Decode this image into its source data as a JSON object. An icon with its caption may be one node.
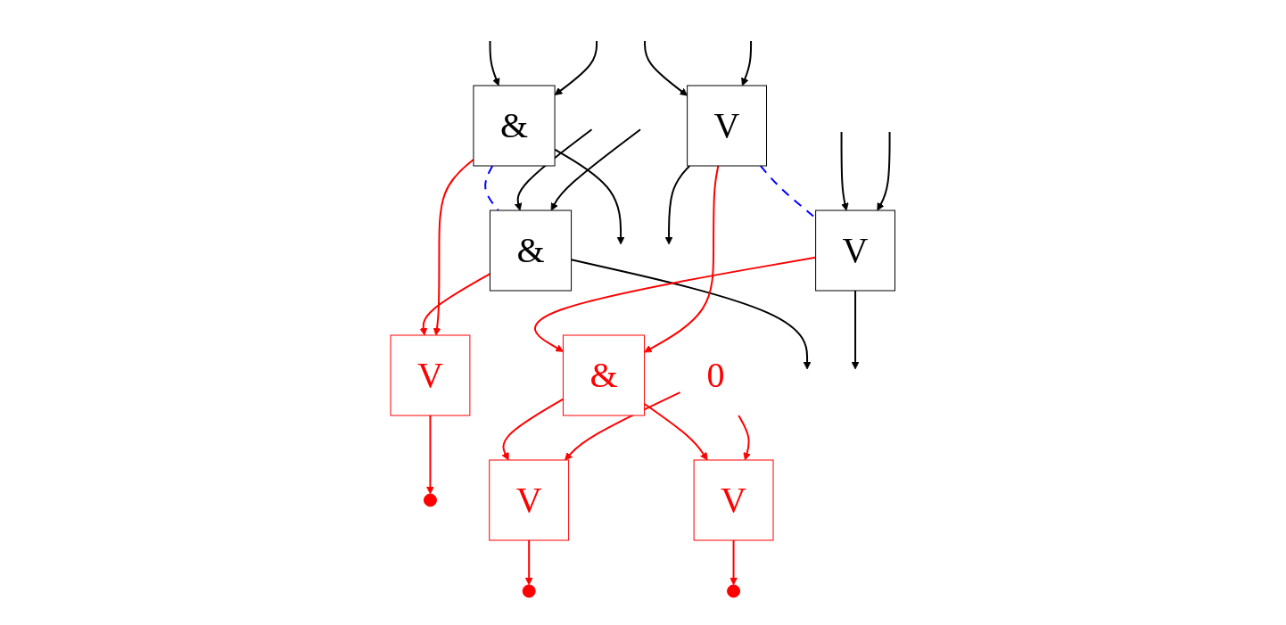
{
  "diagram": {
    "nodes": [
      {
        "text": [
          "&"
        ]
      },
      {
        "text": [
          "&"
        ]
      },
      {
        "text": [
          "V"
        ]
      },
      {
        "text": [],
        "shape": "circle"
      },
      {
        "text": [
          "0"
        ]
      },
      {
        "text": [
          "V"
        ]
      },
      {
        "text": [
          "V"
        ]
      },
      {
        "text": [
          "&"
        ]
      },
      {
        "text": [
          "V"
        ]
      },
      {
        "text": [
          "V"
        ]
      },
      {
        "text": [],
        "shape": "circle"
      },
      {
        "text": [],
        "shape": "circle"
      }
    ],
    "edges": [
      {
        "from": null,
        "to": 0,
        "arrow": "to"
      },
      {
        "from": null,
        "to": 0,
        "arrow": "to"
      },
      {
        "from": null,
        "to": 1,
        "arrow": "to"
      },
      {
        "from": null,
        "to": 1,
        "arrow": "to"
      },
      {
        "from": 0,
        "to": 1,
        "arrow": "none",
        "style": "dashed",
        "color": "#0000ff"
      },
      {
        "from": 0,
        "to": null,
        "arrow": "to"
      },
      {
        "from": 1,
        "to": null,
        "arrow": "to"
      },
      {
        "from": 0,
        "to": 2,
        "arrow": "to",
        "color": "#ff0000"
      },
      {
        "from": 1,
        "to": 2,
        "arrow": "to",
        "color": "#ff0000"
      },
      {
        "from": 2,
        "to": 3,
        "arrow": "to",
        "color": "#ff0000"
      },
      {
        "from": 4,
        "to": 8,
        "arrow": "to",
        "color": "#ff0000"
      },
      {
        "from": 4,
        "to": 9,
        "arrow": "to",
        "color": "#ff0000"
      },
      {
        "from": null,
        "to": 5,
        "arrow": "to"
      },
      {
        "from": null,
        "to": 5,
        "arrow": "to"
      },
      {
        "from": null,
        "to": 6,
        "arrow": "to"
      },
      {
        "from": null,
        "to": 6,
        "arrow": "to"
      },
      {
        "from": 5,
        "to": 6,
        "arrow": "none",
        "style": "dashed",
        "color": "#0000ff"
      },
      {
        "from": 5,
        "to": null,
        "arrow": "to"
      },
      {
        "from": 6,
        "to": null,
        "arrow": "to"
      },
      {
        "from": 5,
        "to": 7,
        "arrow": "to",
        "color": "#ff0000"
      },
      {
        "from": 6,
        "to": 7,
        "arrow": "to",
        "color": "#ff0000"
      },
      {
        "from": 7,
        "to": 8,
        "arrow": "to",
        "color": "#ff0000"
      },
      {
        "from": 7,
        "to": 9,
        "arrow": "to",
        "color": "#ff0000"
      },
      {
        "from": 8,
        "to": 10,
        "arrow": "to",
        "color": "#ff0000"
      },
      {
        "from": 9,
        "to": 11,
        "arrow": "to",
        "color": "#ff0000"
      }
    ]
  }
}
